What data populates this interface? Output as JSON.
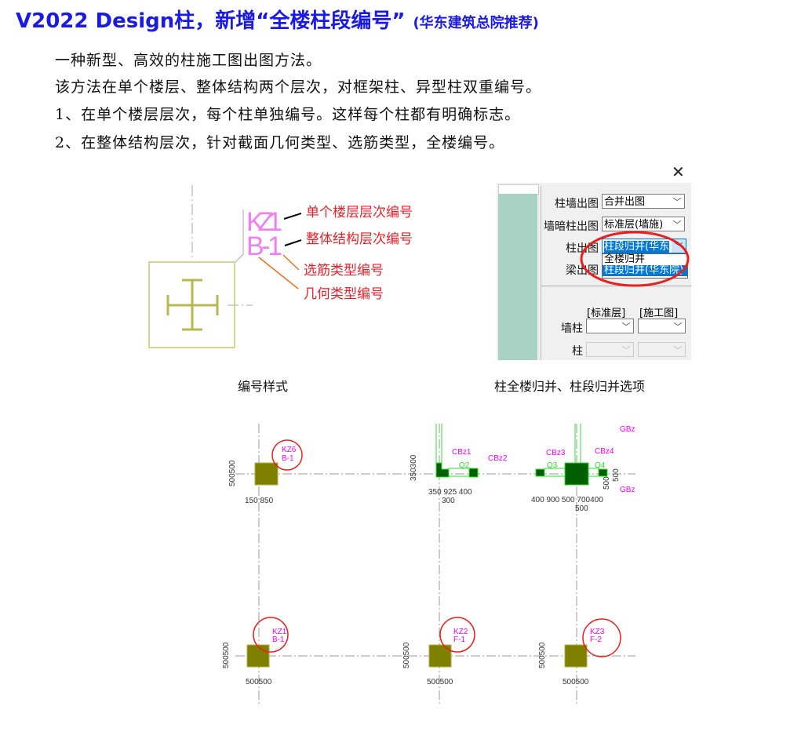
{
  "title": {
    "main": "V2022 Design柱，新增“全楼柱段编号”",
    "sub": "(华东建筑总院推荐)"
  },
  "body": [
    "一种新型、高效的柱施工图出图方法。",
    "该方法在单个楼层、整体结构两个层次，对框架柱、异型柱双重编号。",
    "1、在单个楼层层次，每个柱单独编号。这样每个柱都有明确标志。",
    "2、在整体结构层次，针对截面几何类型、选筋类型，全楼编号。"
  ],
  "numbering_diagram": {
    "label_line1": "KZ1",
    "label_line2": "B-1",
    "annotations": [
      "单个楼层层次编号",
      "整体结构层次编号",
      "选筋类型编号",
      "几何类型编号"
    ],
    "caption": "编号样式"
  },
  "dialog": {
    "close_icon": "close-icon",
    "rows": [
      {
        "label": "柱墙出图",
        "value": "合并出图"
      },
      {
        "label": "墙暗柱出图",
        "value": "标准层(墙施)"
      },
      {
        "label": "柱出图",
        "value": "柱段归并(华东"
      },
      {
        "label": "梁出图",
        "value": ""
      }
    ],
    "dropdown_options": [
      "全楼归并",
      "柱段归并(华东院)"
    ],
    "headers": [
      "[标准层]",
      "[施工图]"
    ],
    "grid_rows": [
      {
        "label": "墙柱"
      },
      {
        "label": "柱"
      }
    ],
    "caption": "柱全楼归并、柱段归并选项"
  },
  "plan": {
    "labels": {
      "kz6": "KZ6",
      "kz6b": "B-1",
      "kz1": "KZ1",
      "kz1b": "B-1",
      "kz2": "KZ2",
      "kz2b": "F-1",
      "kz3": "KZ3",
      "kz3b": "F-2",
      "cbz1": "CBz1",
      "cbz2": "CBz2",
      "cbz3": "CBz3",
      "cbz4": "CBz4",
      "q2": "Q2",
      "q3": "Q3",
      "q4": "Q4",
      "gbz_top": "GBz",
      "gbz_bot": "GBz"
    },
    "dims": {
      "d1v": "500500",
      "d1h": "150 850",
      "d2v": "350300",
      "d2h": "350  925 400",
      "d2h2": "300",
      "d3h": "400 900 500  700400",
      "d3h2": "500",
      "d3v": "500",
      "d3v2": "500",
      "b1v": "500500",
      "b1h": "500500",
      "b2v": "500500",
      "b2h": "500500",
      "b3v": "500500",
      "b3h": "500500"
    }
  }
}
